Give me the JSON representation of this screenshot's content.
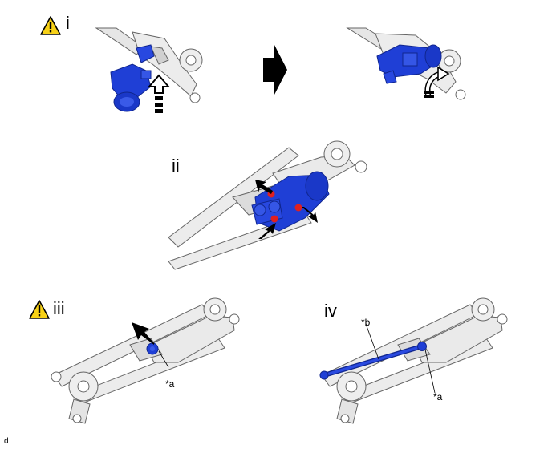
{
  "steps": [
    {
      "label": "i",
      "warning": true
    },
    {
      "label": "ii",
      "warning": false
    },
    {
      "label": "iii",
      "warning": true
    },
    {
      "label": "iv",
      "warning": false
    }
  ],
  "callouts": {
    "a_iii": "*a",
    "a_iv": "*a",
    "b_iv": "*b"
  },
  "footer": "d",
  "colors": {
    "part_blue": "#1f3fd6",
    "part_blue_dark": "#10268f",
    "frame_gray": "#e6e6e6",
    "frame_line": "#666666",
    "bolt_red": "#e02020",
    "warning_yellow": "#f7d117",
    "arrow_black": "#000000"
  }
}
